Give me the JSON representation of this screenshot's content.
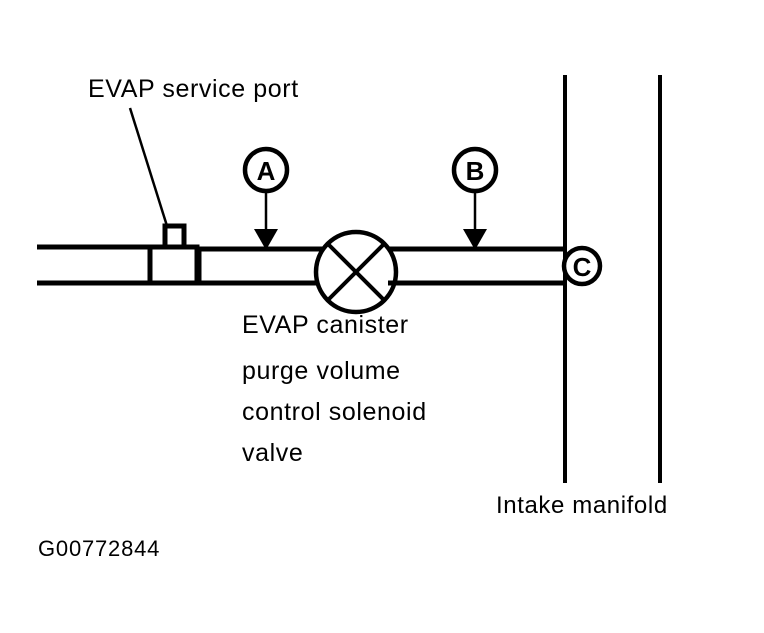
{
  "figure": {
    "id_label": "G00772844",
    "title": "EVAP canister purge volume control solenoid valve circuit",
    "background_color": "#ffffff",
    "line_color": "#000000"
  },
  "labels": {
    "service_port": "EVAP service port",
    "valve_name_lines": [
      "EVAP canister",
      "purge volume",
      "control solenoid",
      "valve"
    ],
    "valve_name_full": "EVAP canister purge volume control solenoid valve",
    "intake_manifold": "Intake manifold"
  },
  "markers": [
    {
      "letter": "A",
      "target": "hose between service port and solenoid valve"
    },
    {
      "letter": "B",
      "target": "hose between solenoid valve and intake manifold"
    },
    {
      "letter": "C",
      "target": "hose connection at intake manifold"
    }
  ],
  "components": {
    "hose": "vacuum hose",
    "service_port_nipple": "EVAP service port nipple",
    "solenoid_valve_symbol": "crossed-circle valve symbol",
    "intake_manifold_walls": 2
  }
}
